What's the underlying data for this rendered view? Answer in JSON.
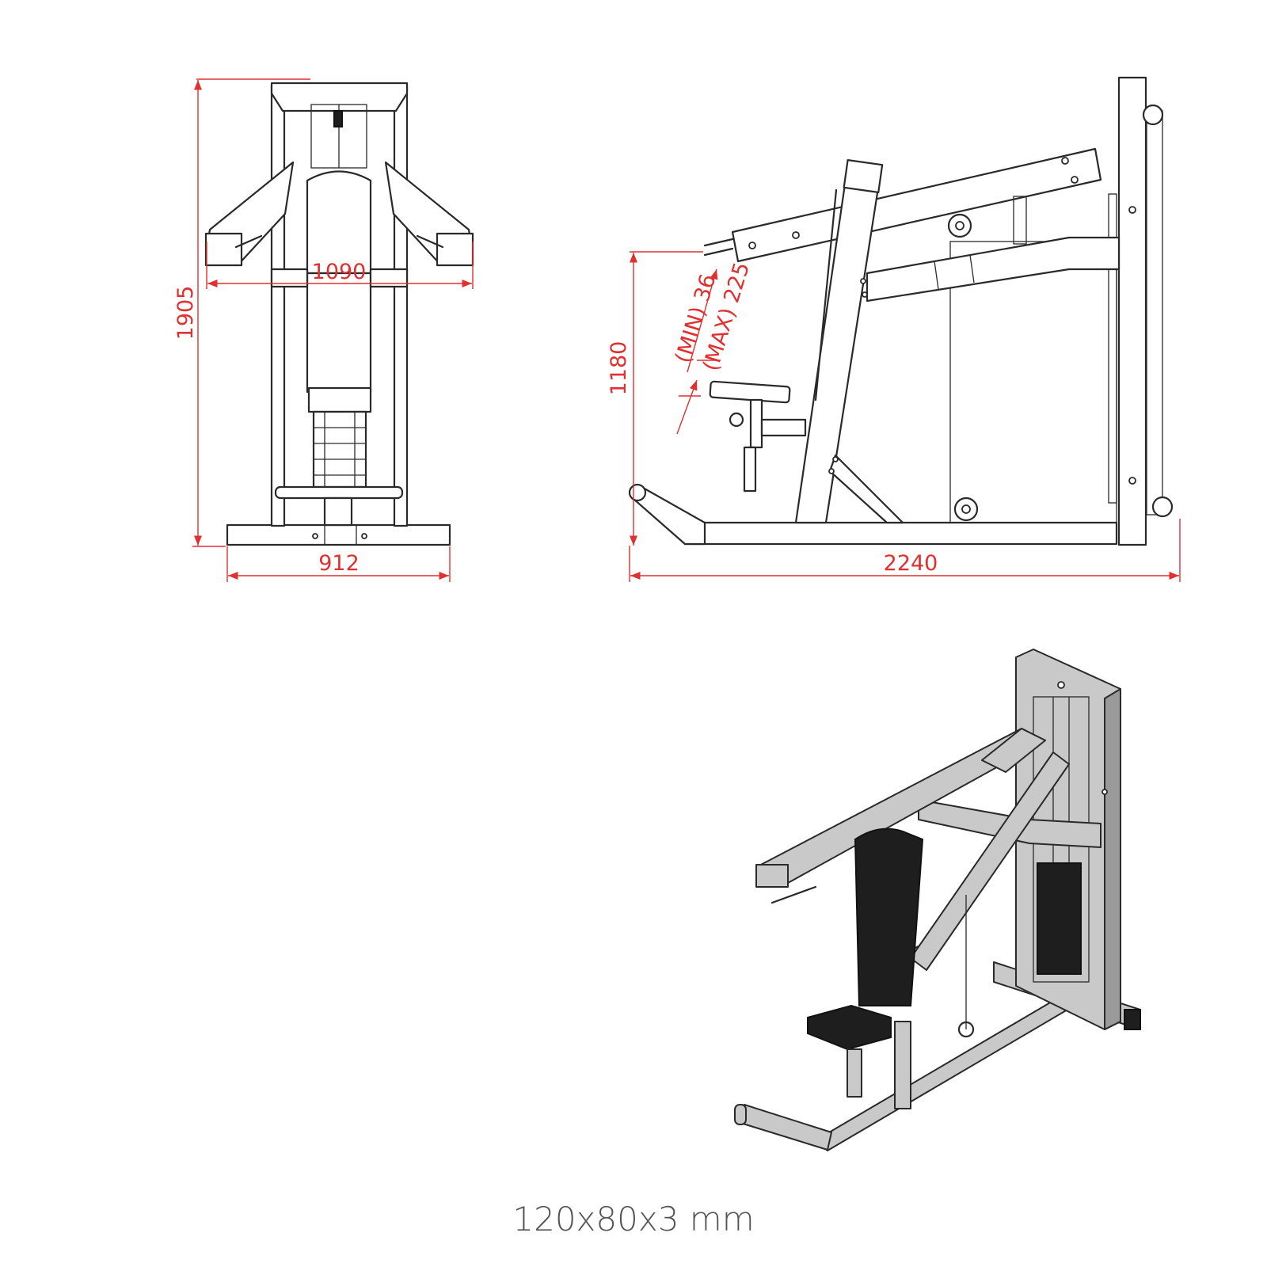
{
  "front_view": {
    "height_label": "1905",
    "arm_width_label": "1090",
    "base_width_label": "912"
  },
  "side_view": {
    "length_label": "2240",
    "seat_height_label": "1180",
    "seat_min_label": "(MIN) 36",
    "seat_max_label": "(MAX) 225"
  },
  "caption": "120x80x3 mm",
  "colors": {
    "dimension": "#e03030",
    "outline": "#2a2a2a",
    "frame_render": "#c9c9c9",
    "upholstery": "#1e1e1e"
  }
}
